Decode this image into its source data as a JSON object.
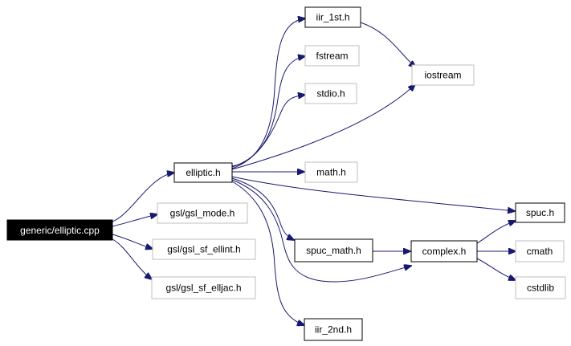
{
  "diagram": {
    "nodes": {
      "root": "generic/elliptic.cpp",
      "elliptic": "elliptic.h",
      "gsl_mode": "gsl/gsl_mode.h",
      "gsl_ellint": "gsl/gsl_sf_ellint.h",
      "gsl_elljac": "gsl/gsl_sf_elljac.h",
      "iir_1st": "iir_1st.h",
      "fstream": "fstream",
      "stdio": "stdio.h",
      "iostream": "iostream",
      "math": "math.h",
      "spuc": "spuc.h",
      "spuc_math": "spuc_math.h",
      "complex": "complex.h",
      "cmath": "cmath",
      "cstdlib": "cstdlib",
      "iir_2nd": "iir_2nd.h"
    },
    "edge_color": "#191970"
  }
}
